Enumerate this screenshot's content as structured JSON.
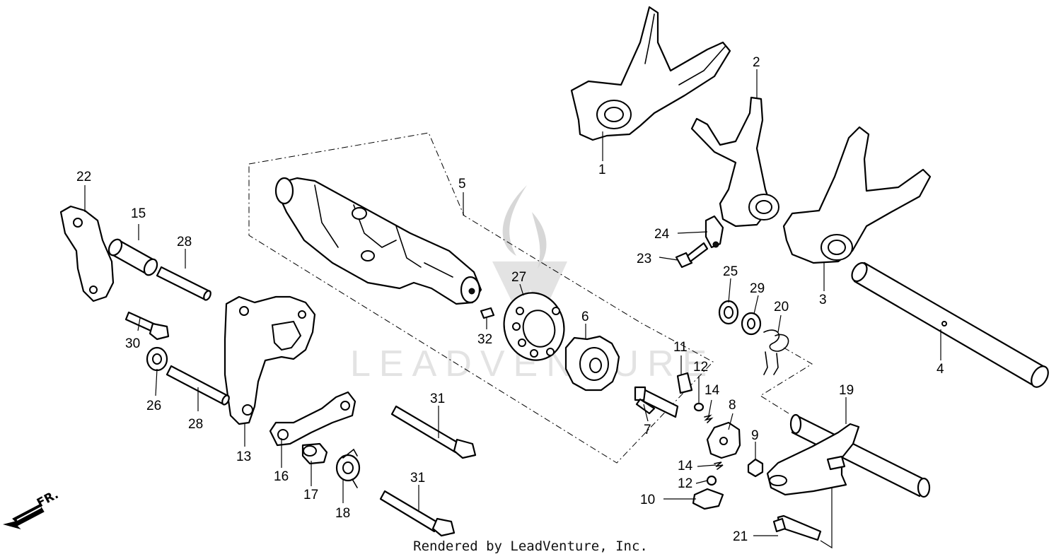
{
  "diagram": {
    "watermark": "LEADVENTURE",
    "credit": "Rendered by LeadVenture, Inc.",
    "direction_label": "FR.",
    "callouts": {
      "c1": "1",
      "c2": "2",
      "c3": "3",
      "c4": "4",
      "c5": "5",
      "c6": "6",
      "c7": "7",
      "c8": "8",
      "c9": "9",
      "c10": "10",
      "c11": "11",
      "c12a": "12",
      "c12b": "12",
      "c13": "13",
      "c14a": "14",
      "c14b": "14",
      "c15": "15",
      "c16": "16",
      "c17": "17",
      "c18": "18",
      "c19": "19",
      "c20": "20",
      "c21": "21",
      "c22": "22",
      "c23": "23",
      "c24": "24",
      "c25": "25",
      "c26": "26",
      "c27": "27",
      "c28a": "28",
      "c28b": "28",
      "c29": "29",
      "c30": "30",
      "c31a": "31",
      "c31b": "31",
      "c32": "32"
    }
  }
}
